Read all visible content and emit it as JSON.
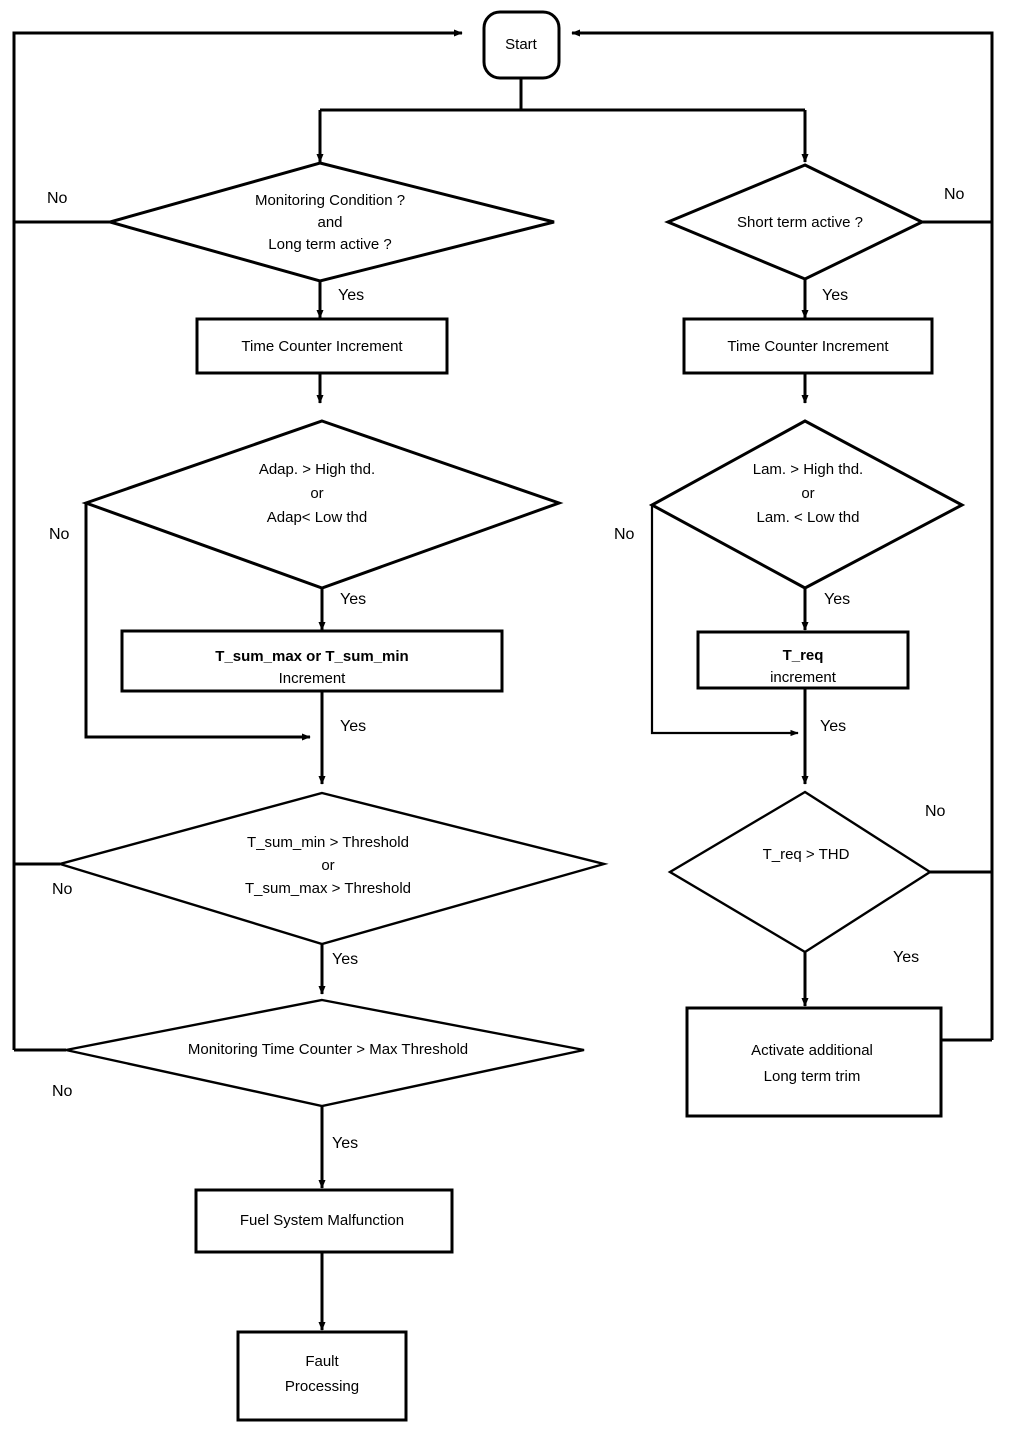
{
  "diagram": {
    "title": "Fuel System Monitoring Flowchart",
    "background_color": "#ffffff",
    "line_color": "#000000",
    "type": "flowchart"
  },
  "nodes": {
    "start": {
      "label": "Start",
      "shape": "terminator"
    },
    "left_cond": {
      "line1": "Monitoring  Condition ?",
      "line2": "and",
      "line3": "Long term active ?",
      "shape": "decision"
    },
    "right_cond": {
      "line1": "Short term active ?",
      "shape": "decision"
    },
    "left_counter": {
      "label": "Time Counter Increment",
      "shape": "process"
    },
    "right_counter": {
      "label": "Time Counter Increment",
      "shape": "process"
    },
    "left_thd": {
      "line1": "Adap. > High thd.",
      "line2": "or",
      "line3": "Adap< Low thd",
      "shape": "decision"
    },
    "right_thd": {
      "line1": "Lam. > High thd.",
      "line2": "or",
      "line3": "Lam. < Low thd",
      "shape": "decision"
    },
    "tsum_inc": {
      "line1": "T_sum_max or  T_sum_min",
      "line2": "Increment",
      "shape": "process"
    },
    "treq_inc": {
      "line1": "T_req",
      "line2": "increment",
      "shape": "process"
    },
    "tsum_thresh": {
      "line1": "T_sum_min > Threshold",
      "line2": "or",
      "line3": "T_sum_max > Threshold",
      "shape": "decision"
    },
    "treq_thd": {
      "line1": "T_req > THD",
      "shape": "decision"
    },
    "monitor_time": {
      "line1": "Monitoring Time Counter > Max Threshold",
      "shape": "decision"
    },
    "activate": {
      "line1": "Activate additional",
      "line2": "Long term trim",
      "shape": "process"
    },
    "fuel_malfunction": {
      "label": "Fuel System Malfunction",
      "shape": "process"
    },
    "fault_processing": {
      "line1": "Fault",
      "line2": "Processing",
      "shape": "process"
    }
  },
  "edge_labels": {
    "left_cond_no": "No",
    "left_cond_yes": "Yes",
    "right_cond_no": "No",
    "right_cond_yes": "Yes",
    "left_thd_no": "No",
    "left_thd_yes": "Yes",
    "right_thd_no": "No",
    "right_thd_yes": "Yes",
    "tsum_inc_yes": "Yes",
    "treq_inc_yes": "Yes",
    "tsum_thresh_no": "No",
    "tsum_thresh_yes": "Yes",
    "treq_thd_no": "No",
    "treq_thd_yes": "Yes",
    "monitor_time_no": "No",
    "monitor_time_yes": "Yes"
  }
}
